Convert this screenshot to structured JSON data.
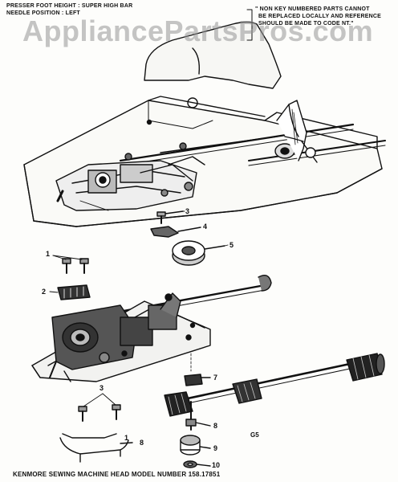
{
  "header": {
    "line1": "PRESSER FOOT HEIGHT : SUPER HIGH BAR",
    "line2": "NEEDLE POSITION : LEFT"
  },
  "note": {
    "line1": "\" NON KEY NUMBERED PARTS CANNOT",
    "line2": "BE REPLACED LOCALLY AND REFERENCE",
    "line3": "SHOULD BE MADE TO CODE NT.\""
  },
  "watermark": "AppliancePartsPros.com",
  "callouts": {
    "c1a": "1",
    "c1b": "1",
    "c2": "2",
    "c3a": "3",
    "c3b": "3",
    "c4": "4",
    "c5": "5",
    "c7": "7",
    "c8a": "8",
    "c8b": "8",
    "c9": "9",
    "c10": "10"
  },
  "figure_code": "G5",
  "footer": "KENMORE SEWING MACHINE HEAD   MODEL NUMBER 158.17851"
}
